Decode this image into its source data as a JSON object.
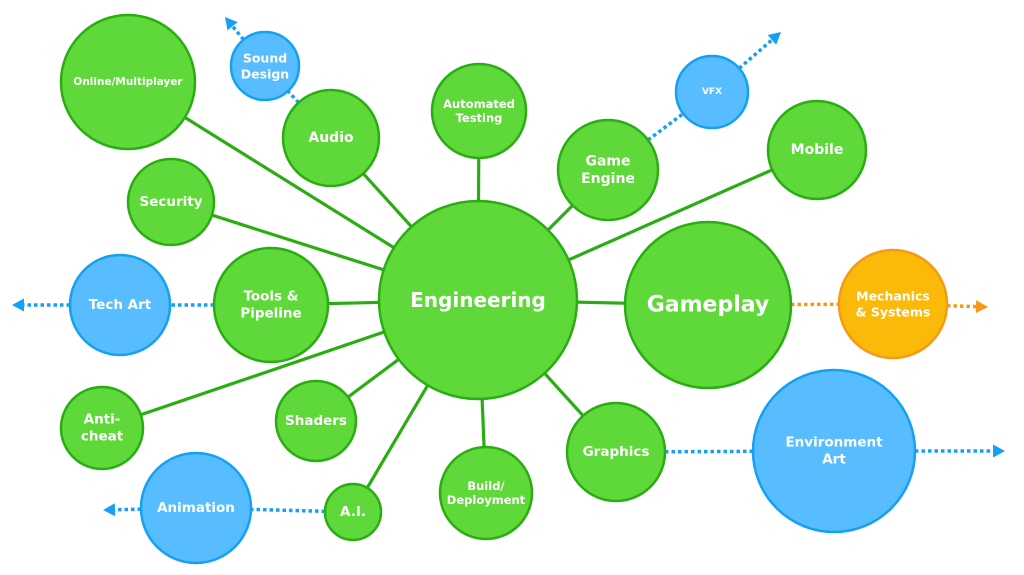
{
  "diagram": {
    "type": "bubble-mind-map",
    "colors": {
      "green_fill": "#5fd83a",
      "green_stroke": "#2aad12",
      "blue_fill": "#57bdff",
      "blue_stroke": "#14a0f5",
      "orange_fill": "#fbb90a",
      "orange_stroke": "#f59a14",
      "blue_dotted": "#14a0f5",
      "orange_dotted": "#f59a14"
    },
    "center": {
      "id": "engineering",
      "label": [
        "Engineering"
      ],
      "category": "green"
    },
    "nodes": [
      {
        "id": "online",
        "label": [
          "Online/Multiplayer"
        ],
        "category": "green"
      },
      {
        "id": "sound-design",
        "label": [
          "Sound",
          "Design"
        ],
        "category": "blue"
      },
      {
        "id": "audio",
        "label": [
          "Audio"
        ],
        "category": "green"
      },
      {
        "id": "automated-testing",
        "label": [
          "Automated",
          "Testing"
        ],
        "category": "green"
      },
      {
        "id": "vfx",
        "label": [
          "VFX"
        ],
        "category": "blue"
      },
      {
        "id": "game-engine",
        "label": [
          "Game",
          "Engine"
        ],
        "category": "green"
      },
      {
        "id": "mobile",
        "label": [
          "Mobile"
        ],
        "category": "green"
      },
      {
        "id": "security",
        "label": [
          "Security"
        ],
        "category": "green"
      },
      {
        "id": "tech-art",
        "label": [
          "Tech Art"
        ],
        "category": "blue"
      },
      {
        "id": "tools-pipeline",
        "label": [
          "Tools &",
          "Pipeline"
        ],
        "category": "green"
      },
      {
        "id": "gameplay",
        "label": [
          "Gameplay"
        ],
        "category": "green"
      },
      {
        "id": "mechanics-systems",
        "label": [
          "Mechanics",
          "& Systems"
        ],
        "category": "orange"
      },
      {
        "id": "anti-cheat",
        "label": [
          "Anti-",
          "cheat"
        ],
        "category": "green"
      },
      {
        "id": "shaders",
        "label": [
          "Shaders"
        ],
        "category": "green"
      },
      {
        "id": "animation",
        "label": [
          "Animation"
        ],
        "category": "blue"
      },
      {
        "id": "ai",
        "label": [
          "A.I."
        ],
        "category": "green"
      },
      {
        "id": "build-deployment",
        "label": [
          "Build/",
          "Deployment"
        ],
        "category": "green"
      },
      {
        "id": "graphics",
        "label": [
          "Graphics"
        ],
        "category": "green"
      },
      {
        "id": "environment-art",
        "label": [
          "Environment",
          "Art"
        ],
        "category": "blue"
      }
    ],
    "solid_links": [
      [
        "engineering",
        "online"
      ],
      [
        "engineering",
        "audio"
      ],
      [
        "engineering",
        "automated-testing"
      ],
      [
        "engineering",
        "game-engine"
      ],
      [
        "engineering",
        "mobile"
      ],
      [
        "engineering",
        "security"
      ],
      [
        "engineering",
        "tools-pipeline"
      ],
      [
        "engineering",
        "gameplay"
      ],
      [
        "engineering",
        "anti-cheat"
      ],
      [
        "engineering",
        "shaders"
      ],
      [
        "engineering",
        "ai"
      ],
      [
        "engineering",
        "build-deployment"
      ],
      [
        "engineering",
        "graphics"
      ]
    ],
    "dotted_links": [
      {
        "from": "audio",
        "to": "sound-design",
        "color": "blue",
        "continues": true
      },
      {
        "from": "game-engine",
        "to": "vfx",
        "color": "blue",
        "continues": true
      },
      {
        "from": "tools-pipeline",
        "to": "tech-art",
        "color": "blue",
        "continues": true
      },
      {
        "from": "gameplay",
        "to": "mechanics-systems",
        "color": "orange",
        "continues": true
      },
      {
        "from": "ai",
        "to": "animation",
        "color": "blue",
        "continues": true
      },
      {
        "from": "graphics",
        "to": "environment-art",
        "color": "blue",
        "continues": true
      }
    ]
  }
}
